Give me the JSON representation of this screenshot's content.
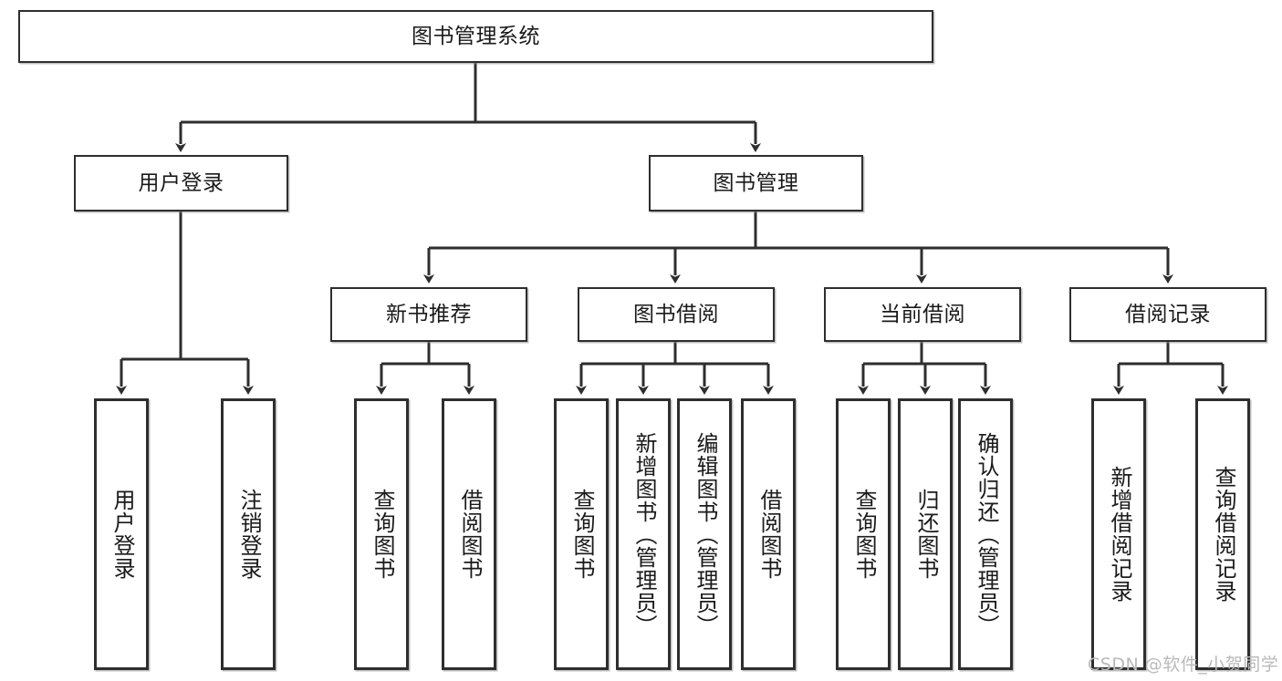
{
  "diagram": {
    "title": "图书管理系统",
    "type": "tree-hierarchy",
    "root": {
      "label": "图书管理系统"
    },
    "level2": [
      {
        "label": "用户登录"
      },
      {
        "label": "图书管理"
      }
    ],
    "level3": [
      {
        "label": "新书推荐"
      },
      {
        "label": "图书借阅"
      },
      {
        "label": "当前借阅"
      },
      {
        "label": "借阅记录"
      }
    ],
    "leaves": {
      "user_login": [
        {
          "label": "用户登录"
        },
        {
          "label": "注销登录"
        }
      ],
      "new_book_recommend": [
        {
          "label": "查询图书"
        },
        {
          "label": "借阅图书"
        }
      ],
      "book_borrow": [
        {
          "label": "查询图书"
        },
        {
          "label": "新增图书（管理员）"
        },
        {
          "label": "编辑图书（管理员）"
        },
        {
          "label": "借阅图书"
        }
      ],
      "current_borrow": [
        {
          "label": "查询图书"
        },
        {
          "label": "归还图书"
        },
        {
          "label": "确认归还（管理员）"
        }
      ],
      "borrow_record": [
        {
          "label": "新增借阅记录"
        },
        {
          "label": "查询借阅记录"
        }
      ]
    }
  },
  "watermark": {
    "text": "CSDN @软件_小贺同学"
  },
  "colors": {
    "border": "#2e2e2e",
    "background": "#ffffff",
    "text": "#1a1a1a",
    "watermark": "#b9b9b9"
  }
}
